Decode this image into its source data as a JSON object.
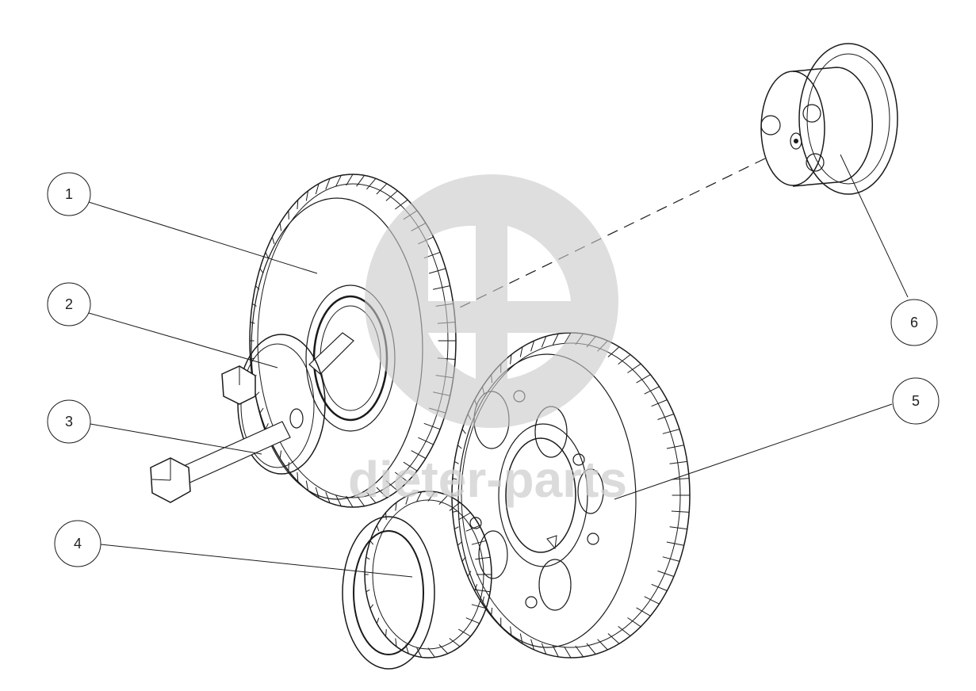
{
  "callouts": [
    {
      "label": "1"
    },
    {
      "label": "2"
    },
    {
      "label": "3"
    },
    {
      "label": "4"
    },
    {
      "label": "5"
    },
    {
      "label": "6"
    }
  ],
  "watermark": {
    "text": "dieter-parts"
  },
  "colors": {
    "ink": "#1a1a1a",
    "watermark": "#cfcfcf",
    "background": "#ffffff"
  },
  "icons": {
    "watermark_logo": "parts-logo-icon"
  }
}
